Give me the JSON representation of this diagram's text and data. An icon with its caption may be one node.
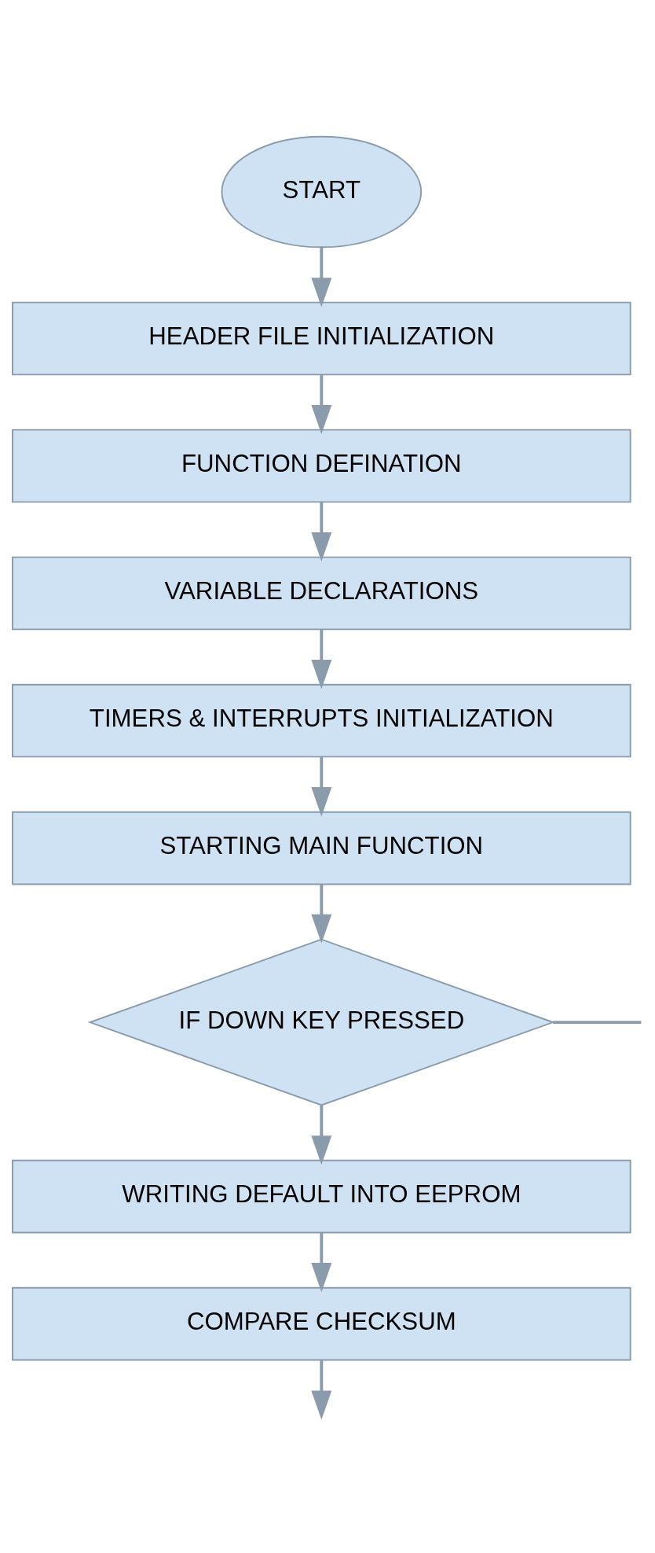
{
  "diagram": {
    "nodes": [
      {
        "text": [
          "START"
        ]
      },
      {
        "text": [
          "HEADER FILE INITIALIZATION"
        ]
      },
      {
        "text": [
          "FUNCTION DEFINATION"
        ]
      },
      {
        "text": [
          "VARIABLE DECLARATIONS"
        ]
      },
      {
        "text": [
          "TIMERS & INTERRUPTS INITIALIZATION"
        ]
      },
      {
        "text": [
          "STARTING MAIN FUNCTION"
        ]
      },
      {
        "text": [
          "IF DOWN KEY PRESSED"
        ]
      },
      {
        "text": [
          "WRITING DEFAULT INTO EEPROM"
        ]
      },
      {
        "text": [
          "COMPARE CHECKSUM"
        ]
      }
    ],
    "edges": [
      {
        "from": 0,
        "to": 1,
        "arrow": "to"
      },
      {
        "from": 1,
        "to": 2,
        "arrow": "to"
      },
      {
        "from": 2,
        "to": 3,
        "arrow": "to"
      },
      {
        "from": 3,
        "to": 4,
        "arrow": "to"
      },
      {
        "from": 4,
        "to": 5,
        "arrow": "to"
      },
      {
        "from": 5,
        "to": 6,
        "arrow": "to"
      },
      {
        "from": 6,
        "to": null,
        "arrow": "none"
      },
      {
        "from": 6,
        "to": 7,
        "arrow": "to"
      },
      {
        "from": 7,
        "to": 8,
        "arrow": "to"
      },
      {
        "from": 8,
        "to": null,
        "arrow": "to"
      }
    ]
  }
}
